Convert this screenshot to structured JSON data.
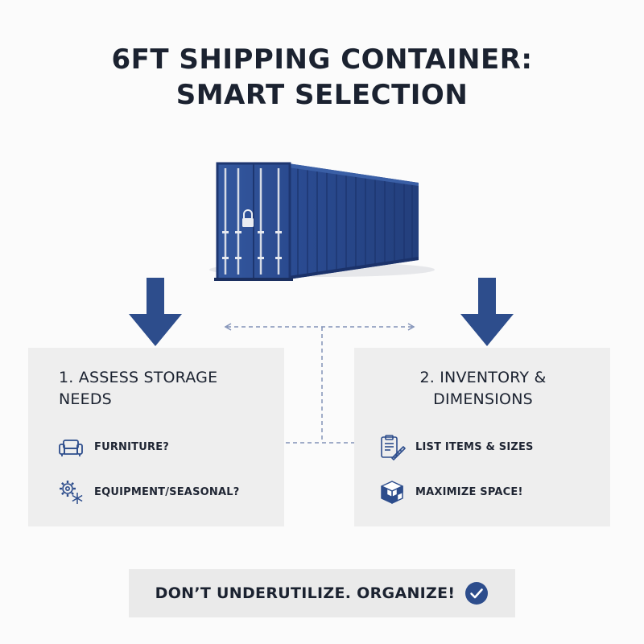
{
  "title": {
    "line1": "6FT SHIPPING CONTAINER:",
    "line2": "SMART SELECTION"
  },
  "colors": {
    "accent": "#2d4d8c",
    "container": "#2a4a8f",
    "panel": "#eeeeee",
    "text": "#1b2230"
  },
  "steps": [
    {
      "heading_line1": "1. ASSESS STORAGE",
      "heading_line2": "NEEDS",
      "items": [
        {
          "icon": "sofa-icon",
          "label": "FURNITURE?"
        },
        {
          "icon": "gear-snowflake-icon",
          "label": "EQUIPMENT/SEASONAL?"
        }
      ]
    },
    {
      "heading_line1": "2. INVENTORY &",
      "heading_line2": "DIMENSIONS",
      "items": [
        {
          "icon": "clipboard-ruler-icon",
          "label": "LIST ITEMS & SIZES"
        },
        {
          "icon": "stacked-boxes-icon",
          "label": "MAXIMIZE SPACE!"
        }
      ]
    }
  ],
  "banner": {
    "text": "DON’T UNDERUTILIZE. ORGANIZE!",
    "icon": "check-circle-icon"
  }
}
